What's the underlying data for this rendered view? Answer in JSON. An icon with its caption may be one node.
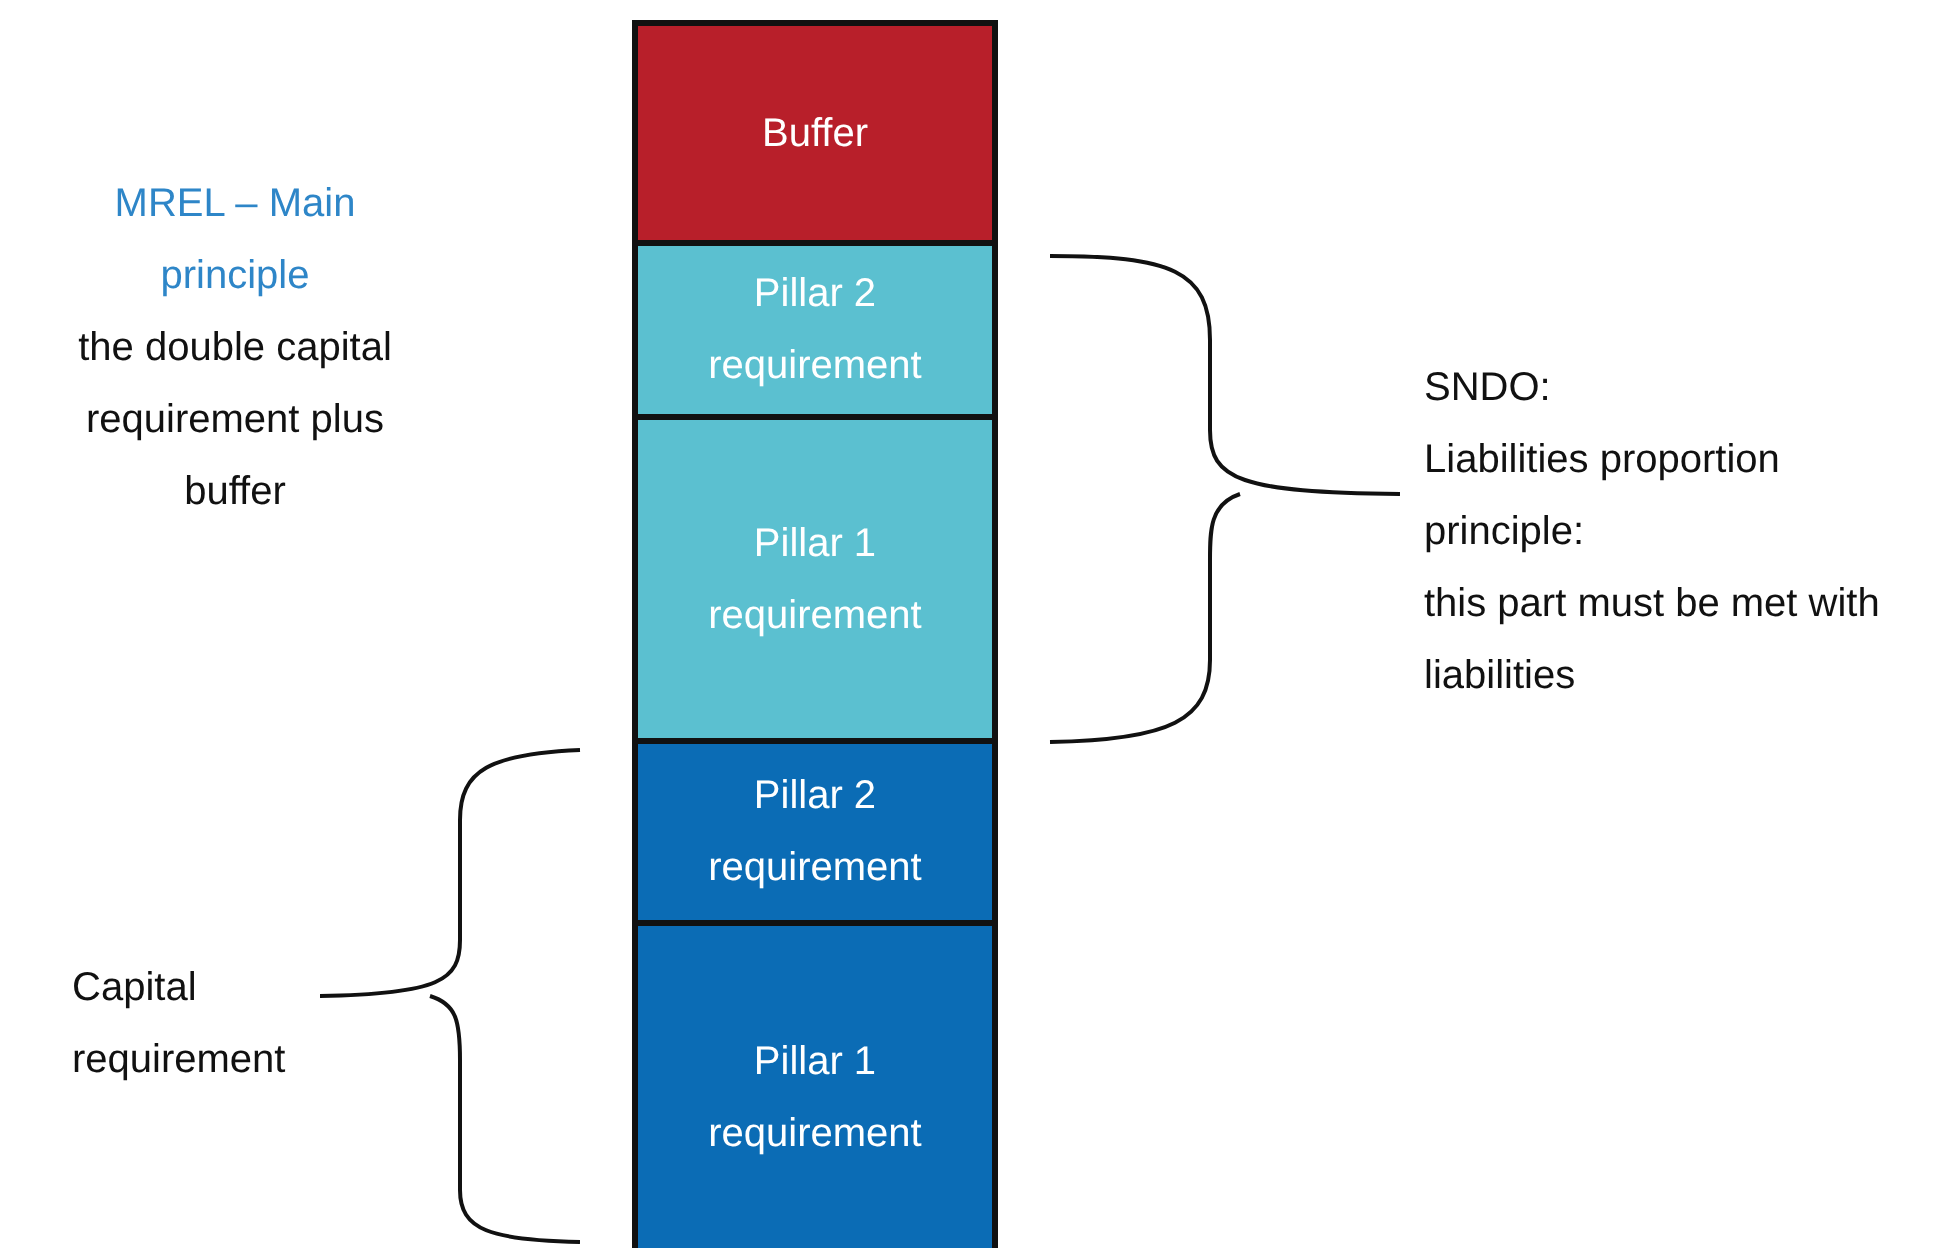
{
  "diagram": {
    "nodes": [
      {
        "text": [
          "Buffer"
        ]
      },
      {
        "text": [
          "Pillar 2 requirement"
        ]
      },
      {
        "text": [
          "Pillar 1 requirement"
        ]
      },
      {
        "text": [
          "Pillar 2 requirement"
        ]
      },
      {
        "text": [
          "Pillar 1 requirement"
        ]
      }
    ],
    "labels": [
      "MREL – Main principle",
      "the double capital requirement plus buffer",
      "SNDO:",
      "Liabilities proportion principle:",
      "this part must be met with liabilities",
      "Capital requirement"
    ]
  }
}
